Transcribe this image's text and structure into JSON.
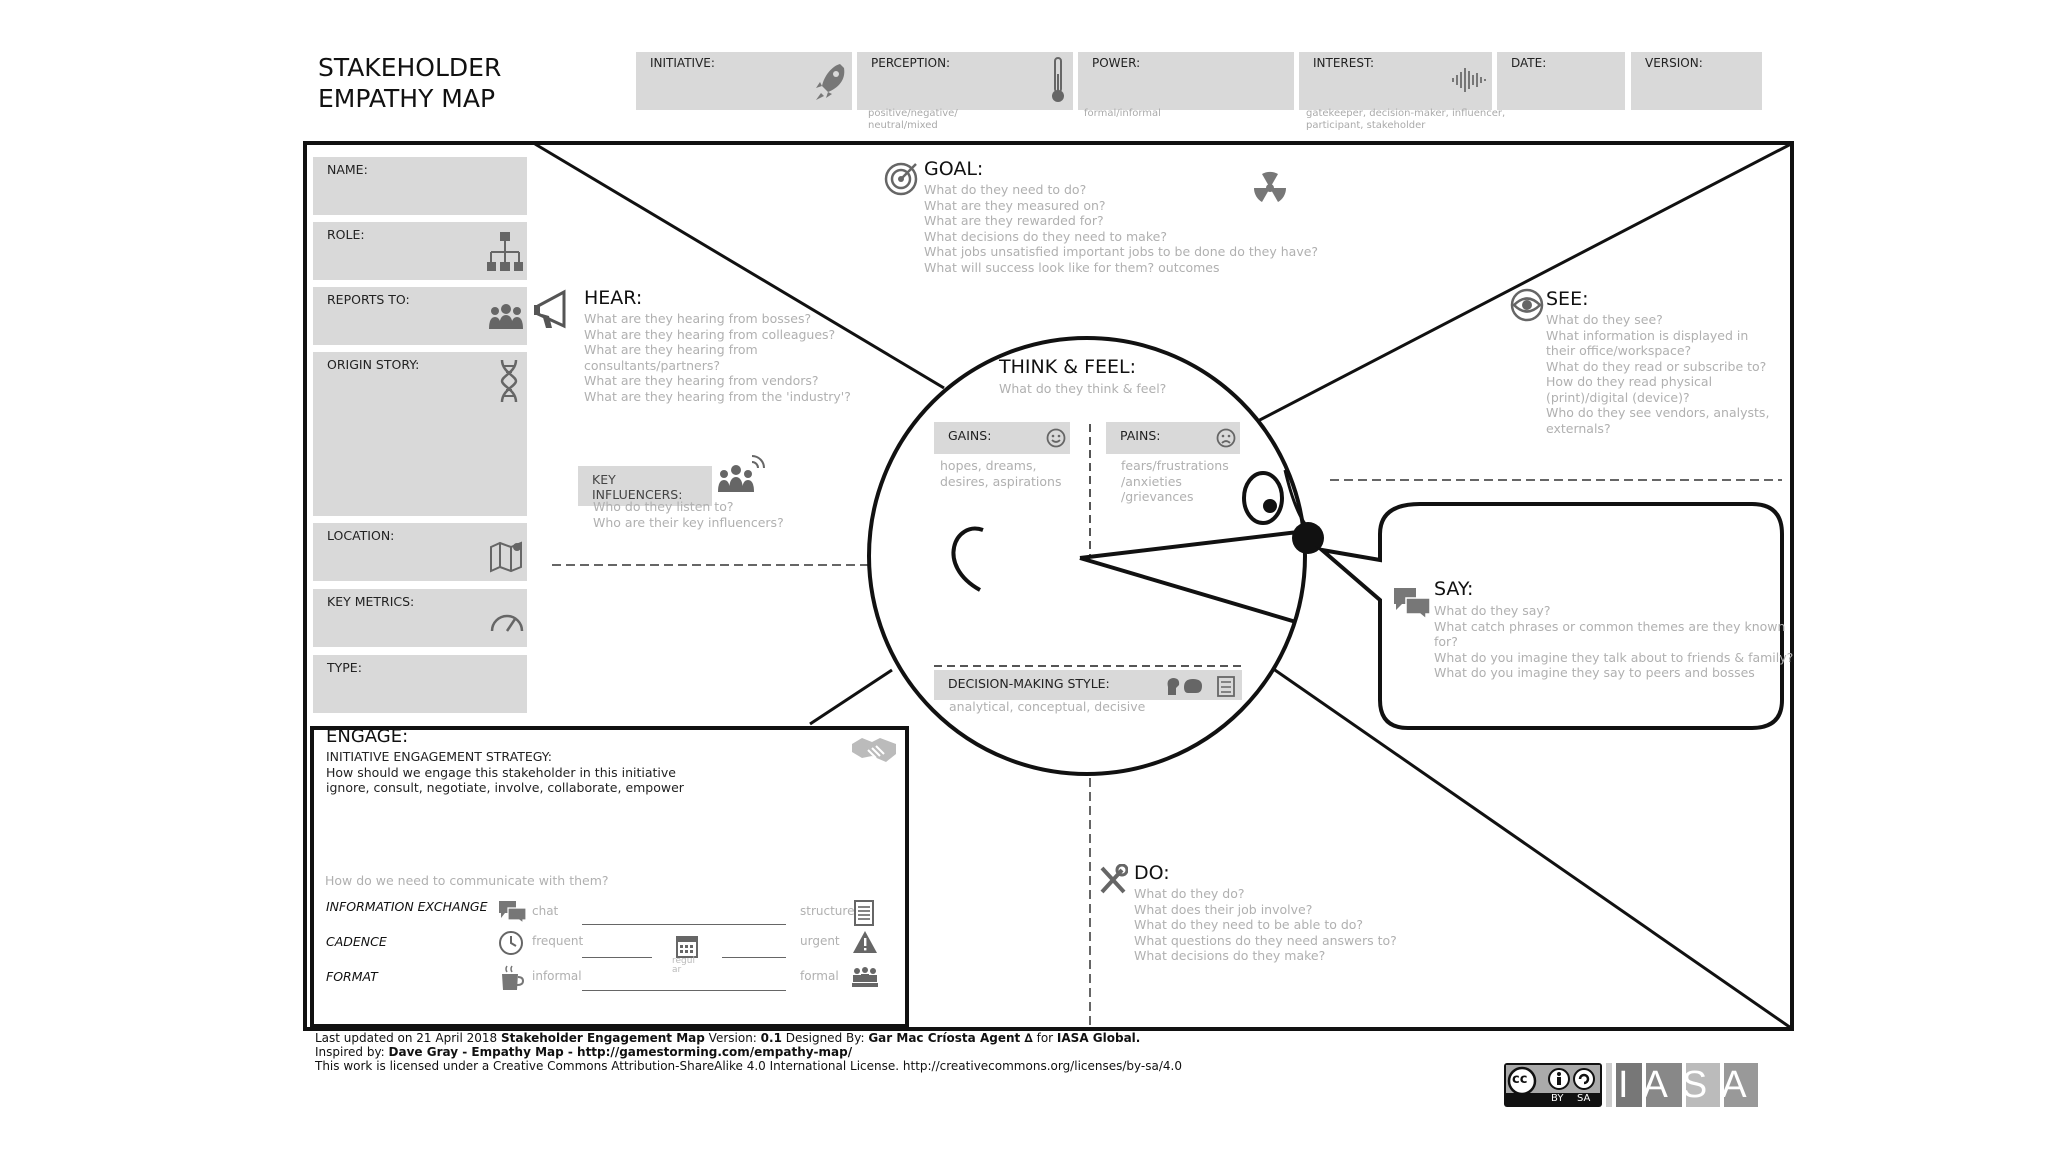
{
  "title": {
    "line1": "STAKEHOLDER",
    "line2": "EMPATHY MAP"
  },
  "header_fields": {
    "initiative": {
      "label": "INITIATIVE:",
      "icon": "rocket-icon"
    },
    "perception": {
      "label": "PERCEPTION:",
      "hint_line1": "positive/negative/",
      "hint_line2": "neutral/mixed",
      "icon": "thermometer-icon"
    },
    "power": {
      "label": "POWER:",
      "hint": "formal/informal"
    },
    "interest": {
      "label": "INTEREST:",
      "hint_line1": "gatekeeper, decision-maker, influencer,",
      "hint_line2": "participant, stakeholder",
      "icon": "soundwave-icon"
    },
    "date": {
      "label": "DATE:"
    },
    "version": {
      "label": "VERSION:"
    }
  },
  "profile": {
    "name": "NAME:",
    "role": "ROLE:",
    "reports_to": "REPORTS TO:",
    "origin_story": "ORIGIN STORY:",
    "location": "LOCATION:",
    "key_metrics": "KEY METRICS:",
    "type": "TYPE:"
  },
  "goal": {
    "title": "GOAL:",
    "questions": [
      "What do they need to do?",
      "What are they measured on?",
      "What are they rewarded for?",
      "What decisions do they need to make?",
      "What jobs unsatisfied important jobs to be done do they have?",
      "What will success look like for them? outcomes"
    ]
  },
  "hear": {
    "title": "HEAR:",
    "questions": [
      "What are they hearing from bosses?",
      "What are they hearing from colleagues?",
      "What are they hearing from",
      "consultants/partners?",
      "What are they hearing from vendors?",
      "What are they hearing from the 'industry'?"
    ]
  },
  "key_influencers": {
    "label_line1": "KEY",
    "label_line2": "INFLUENCERS:",
    "questions": [
      "Who do they listen to?",
      "Who are their key influencers?"
    ]
  },
  "see": {
    "title": "SEE:",
    "questions": [
      "What do they see?",
      "What information  is displayed in",
      "their office/workspace?",
      "What do they read or subscribe to?",
      "How do they read physical",
      "(print)/digital (device)?",
      "Who do they see vendors, analysts,",
      "externals?"
    ]
  },
  "think_feel": {
    "title": "THINK & FEEL:",
    "question": "What do they think & feel?",
    "gains": {
      "label": "GAINS:",
      "hint_line1": "hopes, dreams,",
      "hint_line2": "desires, aspirations"
    },
    "pains": {
      "label": "PAINS:",
      "hint_line1": "fears/frustrations",
      "hint_line2": "/anxieties",
      "hint_line3": "/grievances"
    },
    "decision_style": {
      "label": "DECISION-MAKING STYLE:",
      "hint": "analytical, conceptual, decisive"
    }
  },
  "say": {
    "title": "SAY:",
    "questions": [
      "What do they say?",
      "What catch phrases or common themes are they known",
      "for?",
      "What do you imagine they talk about to friends & family?",
      "What do you imagine they say to peers and bosses"
    ]
  },
  "do": {
    "title": "DO:",
    "questions": [
      "What do they do?",
      "What does their job involve?",
      "What do they need to be able to do?",
      "What questions do they need answers to?",
      "What decisions do they make?"
    ]
  },
  "engage": {
    "title": "ENGAGE:",
    "strategy_label": "INITIATIVE ENGAGEMENT STRATEGY:",
    "strategy_q": "How should we engage this stakeholder in this initiative",
    "strategy_opts": "ignore, consult, negotiate, involve, collaborate, empower",
    "comm_q": "How do we need to communicate with them?",
    "rows": [
      {
        "label": "INFORMATION EXCHANGE",
        "left": "chat",
        "right": "structure"
      },
      {
        "label": "CADENCE",
        "left": "frequent",
        "mid": "regul ar",
        "right": "urgent"
      },
      {
        "label": "FORMAT",
        "left": "informal",
        "right": "formal"
      }
    ]
  },
  "footer": {
    "line1_a": "Last updated on 21 April 2018 ",
    "line1_b": "Stakeholder Engagement Map",
    "line1_c": " Version: ",
    "line1_d": "0.1",
    "line1_e": " Designed By: ",
    "line1_f": "Gar Mac Críosta Agent ∆",
    "line1_g": " for ",
    "line1_h": "IASA Global.",
    "line2_a": "Inspired by: ",
    "line2_b": "Dave Gray  - Empathy Map  - http://gamestorming.com/empathy-map/",
    "line3": "This work is licensed under a Creative Commons Attribution-ShareAlike 4.0 International License. http://creativecommons.org/licenses/by-sa/4.0"
  },
  "logos": {
    "cc": "cc",
    "by": "BY",
    "sa": "SA",
    "iasa": "IASA"
  }
}
